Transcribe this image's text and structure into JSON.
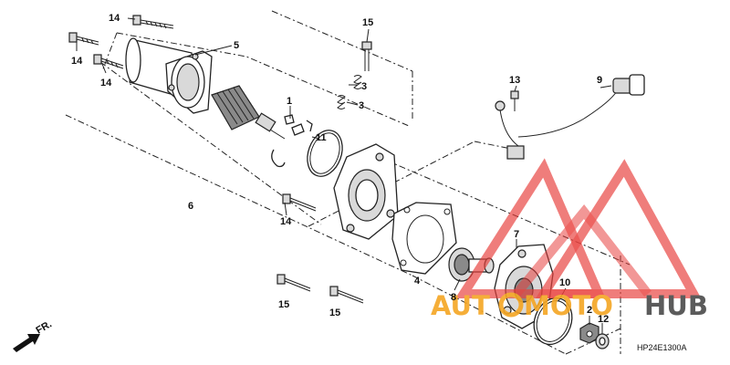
{
  "callouts": [
    {
      "id": "14a",
      "text": "14"
    },
    {
      "id": "14b",
      "text": "14"
    },
    {
      "id": "14c",
      "text": "14"
    },
    {
      "id": "14d",
      "text": "14"
    },
    {
      "id": "5",
      "text": "5"
    },
    {
      "id": "15a",
      "text": "15"
    },
    {
      "id": "15b",
      "text": "15"
    },
    {
      "id": "15c",
      "text": "15"
    },
    {
      "id": "3a",
      "text": "3"
    },
    {
      "id": "3b",
      "text": "3"
    },
    {
      "id": "1",
      "text": "1"
    },
    {
      "id": "11",
      "text": "11"
    },
    {
      "id": "6",
      "text": "6"
    },
    {
      "id": "13",
      "text": "13"
    },
    {
      "id": "9",
      "text": "9"
    },
    {
      "id": "4",
      "text": "4"
    },
    {
      "id": "7",
      "text": "7"
    },
    {
      "id": "8",
      "text": "8"
    },
    {
      "id": "10",
      "text": "10"
    },
    {
      "id": "2",
      "text": "2"
    },
    {
      "id": "12",
      "text": "12"
    }
  ],
  "front_marker": "FR.",
  "diagram_code": "HP24E1300A",
  "watermark": {
    "prefix": "AUT",
    "middle": "MOTO",
    "suffix": "HUB",
    "color_orange": "#f5a623",
    "color_red": "#e8403c",
    "color_dark": "#4a4a4a"
  }
}
